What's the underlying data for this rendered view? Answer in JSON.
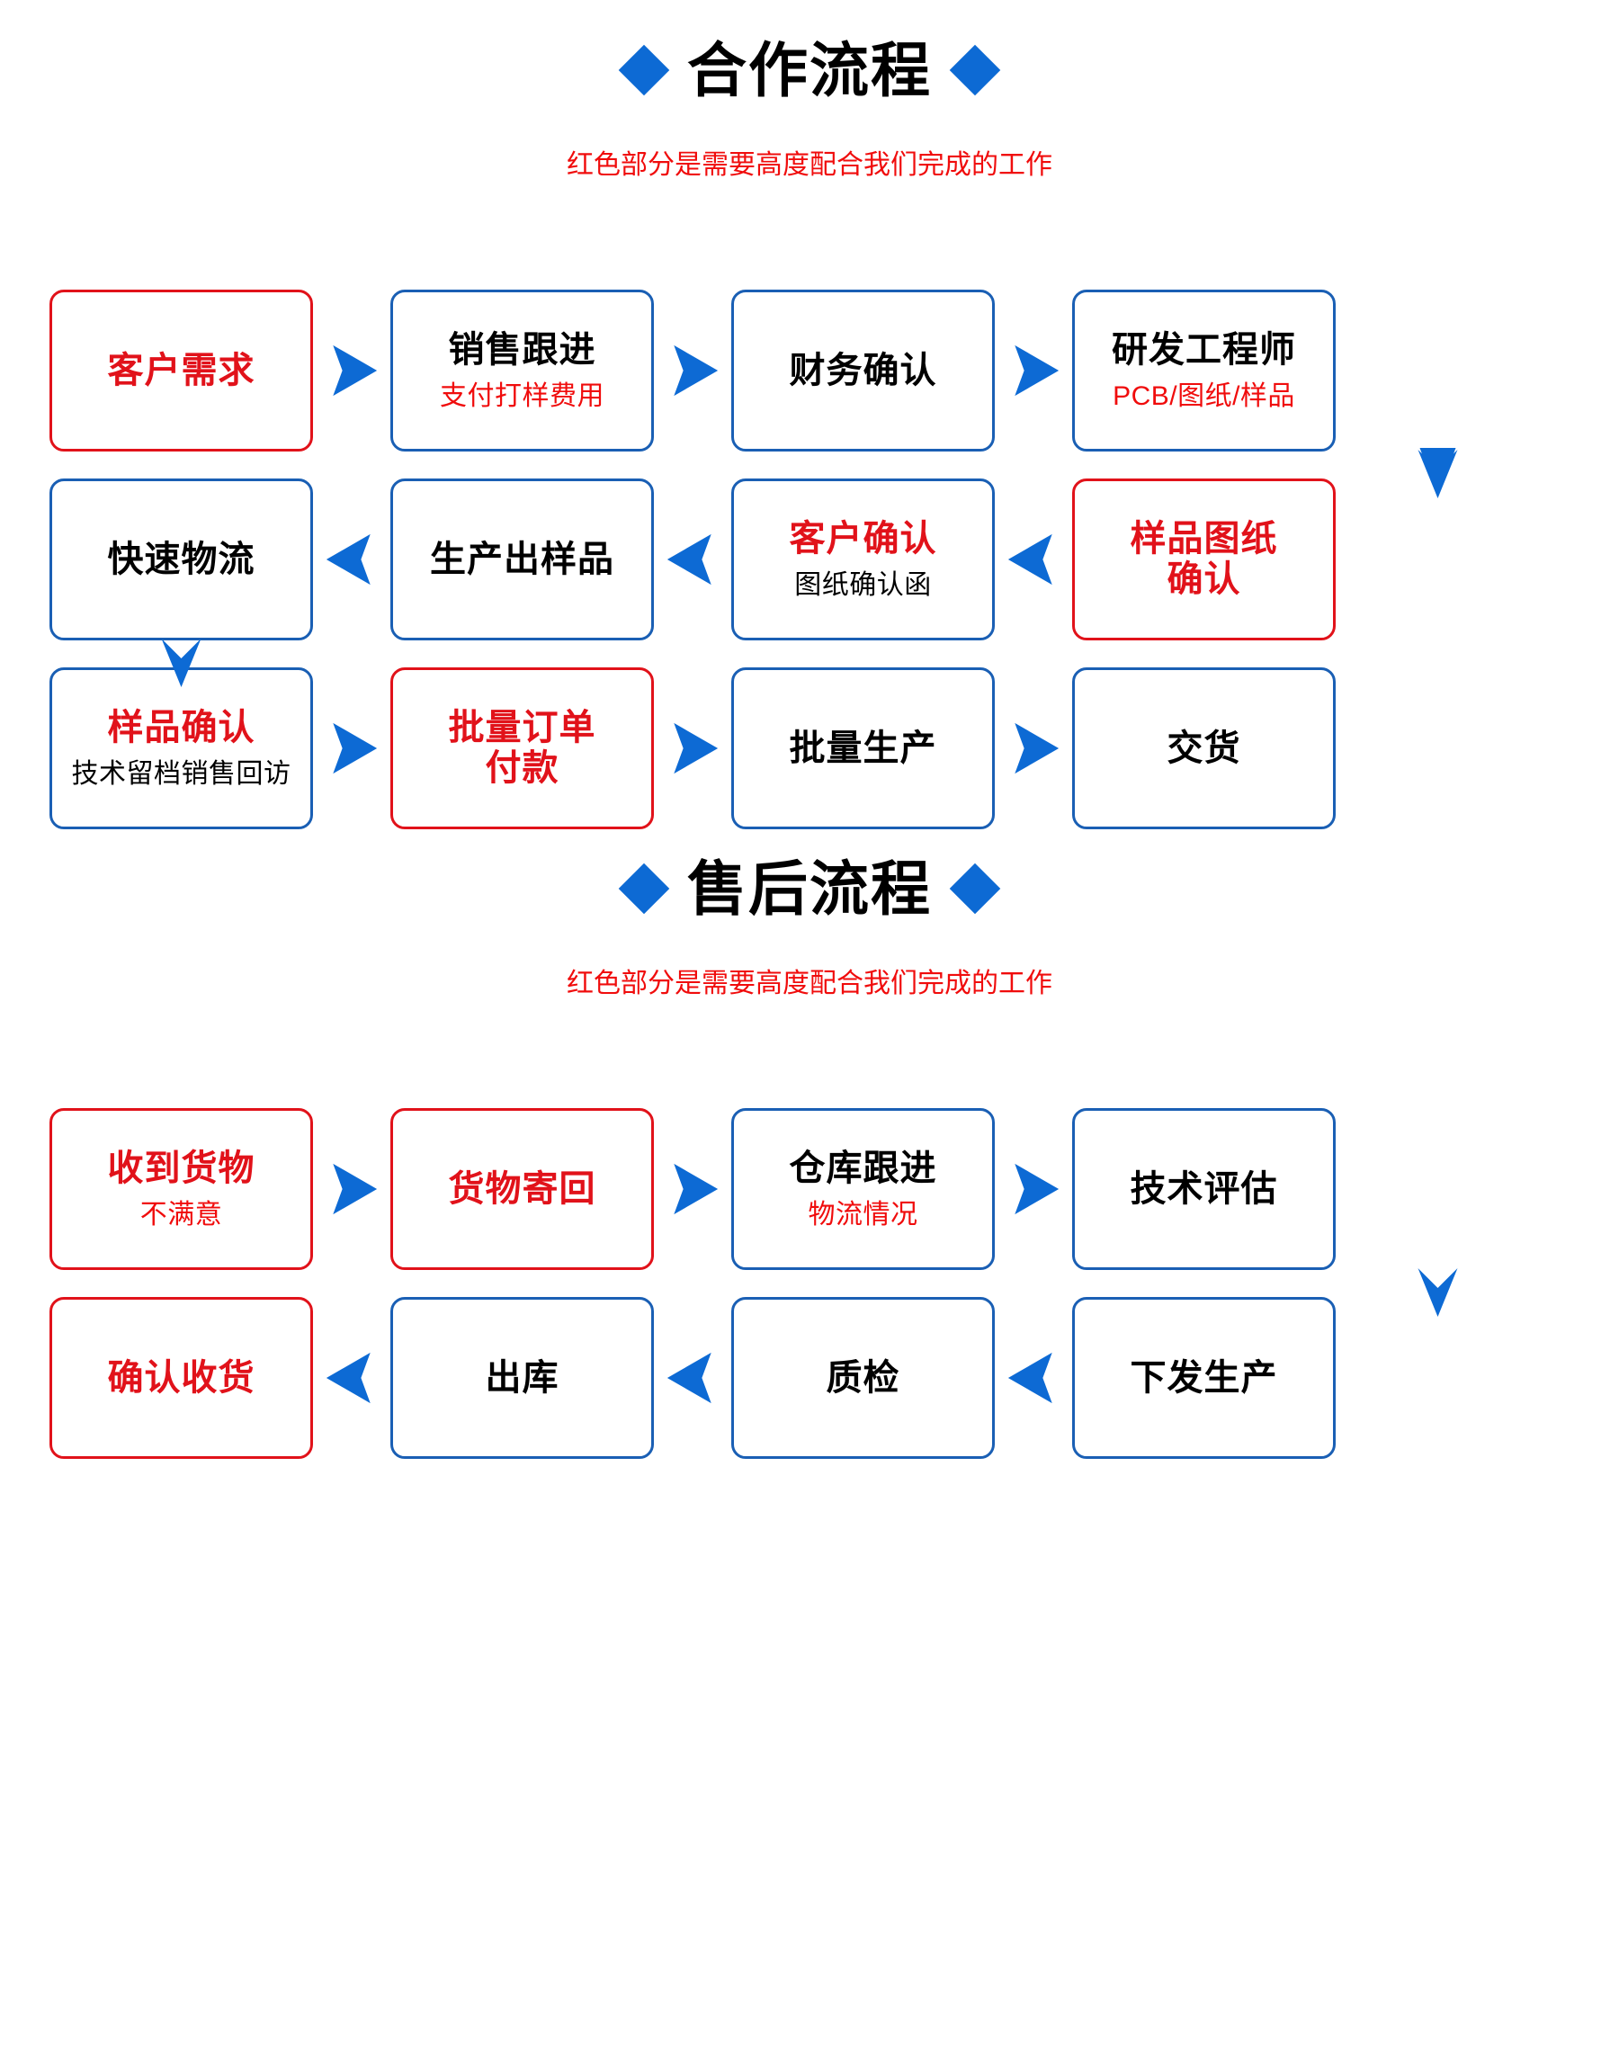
{
  "colors": {
    "brand_blue": "#0d6ad4",
    "box_blue": "#1a5fb4",
    "accent_red": "#e1121a",
    "text_red": "#f00c0c",
    "background": "#ffffff"
  },
  "sections": [
    {
      "id": "cooperation",
      "title": "合作流程",
      "subtitle": "红色部分是需要高度配合我们完成的工作",
      "left_diamond": "diamond-icon",
      "right_diamond": "diamond-icon"
    },
    {
      "id": "after-sales",
      "title": "售后流程",
      "subtitle": "红色部分是需要高度配合我们完成的工作",
      "left_diamond": "diamond-icon",
      "right_diamond": "diamond-icon"
    }
  ],
  "chart_data": {
    "type": "diagram",
    "title": "合作流程 / 售后流程",
    "flow1": {
      "title": "合作流程",
      "nodes": [
        {
          "id": "n1",
          "title": "客户需求",
          "sub": "",
          "border": "red",
          "title_color": "red",
          "sub_color": ""
        },
        {
          "id": "n2",
          "title": "销售跟进",
          "sub": "支付打样费用",
          "border": "blue",
          "title_color": "black",
          "sub_color": "red"
        },
        {
          "id": "n3",
          "title": "财务确认",
          "sub": "",
          "border": "blue",
          "title_color": "black",
          "sub_color": ""
        },
        {
          "id": "n4",
          "title": "研发工程师",
          "sub": "PCB/图纸/样品",
          "border": "blue",
          "title_color": "black",
          "sub_color": "red"
        },
        {
          "id": "n5",
          "title": "样品图纸\n确认",
          "sub": "",
          "border": "red",
          "title_color": "red",
          "sub_color": ""
        },
        {
          "id": "n6",
          "title": "客户确认",
          "sub": "图纸确认函",
          "border": "blue",
          "title_color": "red",
          "sub_color": "black"
        },
        {
          "id": "n7",
          "title": "生产出样品",
          "sub": "",
          "border": "blue",
          "title_color": "black",
          "sub_color": ""
        },
        {
          "id": "n8",
          "title": "快速物流",
          "sub": "",
          "border": "blue",
          "title_color": "black",
          "sub_color": ""
        },
        {
          "id": "n9",
          "title": "样品确认",
          "sub": "技术留档销售回访",
          "border": "blue",
          "title_color": "red",
          "sub_color": "black"
        },
        {
          "id": "n10",
          "title": "批量订单\n付款",
          "sub": "",
          "border": "red",
          "title_color": "red",
          "sub_color": ""
        },
        {
          "id": "n11",
          "title": "批量生产",
          "sub": "",
          "border": "blue",
          "title_color": "black",
          "sub_color": ""
        },
        {
          "id": "n12",
          "title": "交货",
          "sub": "",
          "border": "blue",
          "title_color": "black",
          "sub_color": ""
        }
      ],
      "edges": [
        {
          "from": "n1",
          "to": "n2",
          "dir": "right"
        },
        {
          "from": "n2",
          "to": "n3",
          "dir": "right"
        },
        {
          "from": "n3",
          "to": "n4",
          "dir": "right"
        },
        {
          "from": "n4",
          "to": "n5",
          "dir": "down"
        },
        {
          "from": "n5",
          "to": "n6",
          "dir": "left"
        },
        {
          "from": "n6",
          "to": "n7",
          "dir": "left"
        },
        {
          "from": "n7",
          "to": "n8",
          "dir": "left"
        },
        {
          "from": "n8",
          "to": "n9",
          "dir": "down"
        },
        {
          "from": "n9",
          "to": "n10",
          "dir": "right"
        },
        {
          "from": "n10",
          "to": "n11",
          "dir": "right"
        },
        {
          "from": "n11",
          "to": "n12",
          "dir": "right"
        }
      ]
    },
    "flow2": {
      "title": "售后流程",
      "nodes": [
        {
          "id": "m1",
          "title": "收到货物",
          "sub": "不满意",
          "border": "red",
          "title_color": "red",
          "sub_color": "red"
        },
        {
          "id": "m2",
          "title": "货物寄回",
          "sub": "",
          "border": "red",
          "title_color": "red",
          "sub_color": ""
        },
        {
          "id": "m3",
          "title": "仓库跟进",
          "sub": "物流情况",
          "border": "blue",
          "title_color": "black",
          "sub_color": "red"
        },
        {
          "id": "m4",
          "title": "技术评估",
          "sub": "",
          "border": "blue",
          "title_color": "black",
          "sub_color": ""
        },
        {
          "id": "m5",
          "title": "下发生产",
          "sub": "",
          "border": "blue",
          "title_color": "black",
          "sub_color": ""
        },
        {
          "id": "m6",
          "title": "质检",
          "sub": "",
          "border": "blue",
          "title_color": "black",
          "sub_color": ""
        },
        {
          "id": "m7",
          "title": "出库",
          "sub": "",
          "border": "blue",
          "title_color": "black",
          "sub_color": ""
        },
        {
          "id": "m8",
          "title": "确认收货",
          "sub": "",
          "border": "red",
          "title_color": "red",
          "sub_color": ""
        }
      ],
      "edges": [
        {
          "from": "m1",
          "to": "m2",
          "dir": "right"
        },
        {
          "from": "m2",
          "to": "m3",
          "dir": "right"
        },
        {
          "from": "m3",
          "to": "m4",
          "dir": "right"
        },
        {
          "from": "m4",
          "to": "m5",
          "dir": "down"
        },
        {
          "from": "m5",
          "to": "m6",
          "dir": "left"
        },
        {
          "from": "m6",
          "to": "m7",
          "dir": "left"
        },
        {
          "from": "m7",
          "to": "m8",
          "dir": "left"
        }
      ]
    }
  }
}
